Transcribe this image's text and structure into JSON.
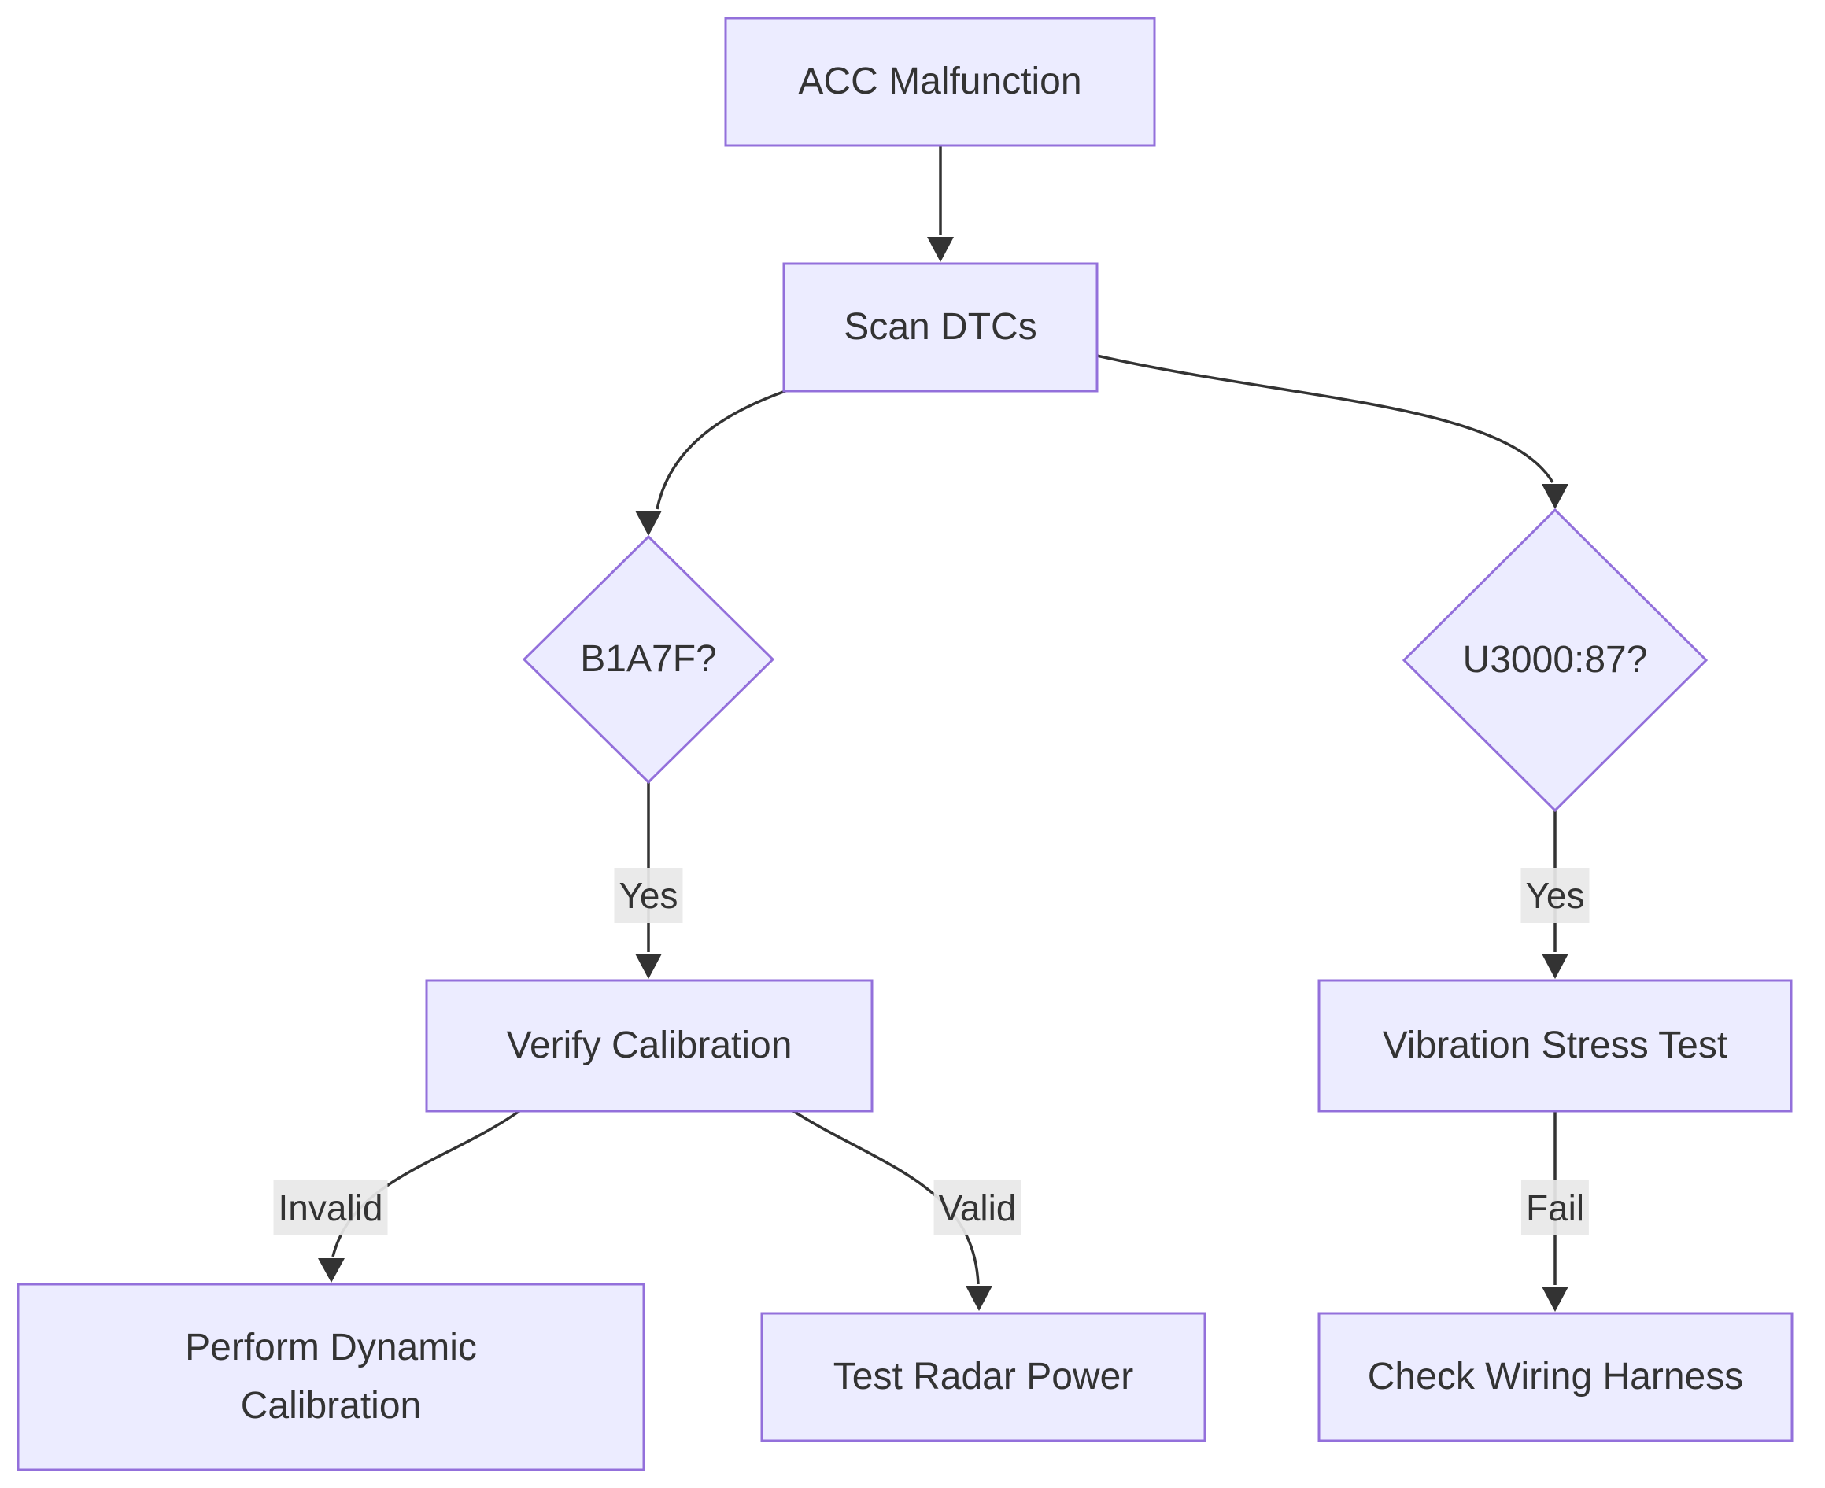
{
  "diagram": {
    "type": "flowchart",
    "direction": "top-down",
    "nodes": {
      "acc": {
        "label": "ACC Malfunction",
        "shape": "rectangle"
      },
      "scan": {
        "label": "Scan DTCs",
        "shape": "rectangle"
      },
      "b1a7f": {
        "label": "B1A7F?",
        "shape": "diamond"
      },
      "u3000": {
        "label": "U3000:87?",
        "shape": "diamond"
      },
      "verify": {
        "label": "Verify Calibration",
        "shape": "rectangle"
      },
      "vibration": {
        "label": "Vibration Stress Test",
        "shape": "rectangle"
      },
      "dynamic": {
        "label": "Perform Dynamic Calibration",
        "shape": "rectangle"
      },
      "radar": {
        "label": "Test Radar Power",
        "shape": "rectangle"
      },
      "wiring": {
        "label": "Check Wiring Harness",
        "shape": "rectangle"
      }
    },
    "edges": [
      {
        "from": "acc",
        "to": "scan",
        "label": ""
      },
      {
        "from": "scan",
        "to": "b1a7f",
        "label": ""
      },
      {
        "from": "scan",
        "to": "u3000",
        "label": ""
      },
      {
        "from": "b1a7f",
        "to": "verify",
        "label": "Yes"
      },
      {
        "from": "u3000",
        "to": "vibration",
        "label": "Yes"
      },
      {
        "from": "verify",
        "to": "dynamic",
        "label": "Invalid"
      },
      {
        "from": "verify",
        "to": "radar",
        "label": "Valid"
      },
      {
        "from": "vibration",
        "to": "wiring",
        "label": "Fail"
      }
    ],
    "colors": {
      "node_fill": "#ECECFF",
      "node_border": "#9370DB",
      "edge_line": "#333333",
      "edge_label_background": "#E8E8E8",
      "text": "#333333",
      "background": "#FFFFFF"
    }
  }
}
